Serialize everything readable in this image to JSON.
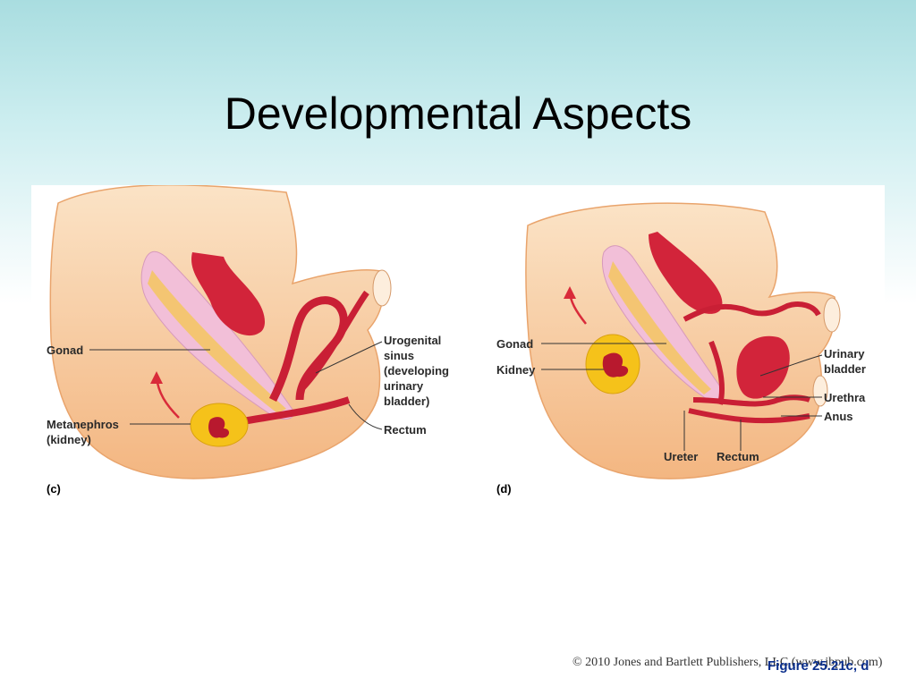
{
  "slide": {
    "title": "Developmental Aspects",
    "copyright": "© 2010 Jones and Bartlett Publishers, LLC (www.jbpub.com)",
    "figure_ref": "Figure 25.21c, d"
  },
  "panel_c": {
    "tag": "(c)",
    "labels": {
      "gonad": "Gonad",
      "metanephros": "Metanephros",
      "kidney": "(kidney)",
      "urogenital_1": "Urogenital",
      "urogenital_2": "sinus",
      "urogenital_3": "(developing",
      "urogenital_4": "urinary",
      "urogenital_5": "bladder)",
      "rectum": "Rectum"
    }
  },
  "panel_d": {
    "tag": "(d)",
    "labels": {
      "gonad": "Gonad",
      "kidney": "Kidney",
      "urinary_1": "Urinary",
      "urinary_2": "bladder",
      "urethra": "Urethra",
      "anus": "Anus",
      "ureter": "Ureter",
      "rectum": "Rectum"
    }
  },
  "colors": {
    "skin": "#f6c99a",
    "organ_red": "#d2243a",
    "gonad_pink": "#f2bfd8",
    "kidney_yellow": "#f5c21a",
    "arrow": "#d92b3a"
  }
}
